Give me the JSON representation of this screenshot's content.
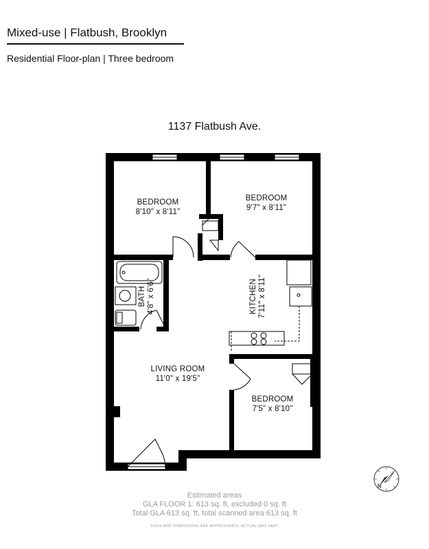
{
  "header": {
    "title": "Mixed-use | Flatbush, Brooklyn",
    "subtitle": "Residential Floor-plan | Three bedroom"
  },
  "address": "1137 Flatbush Ave.",
  "rooms": {
    "bedroom_1": {
      "name": "BEDROOM",
      "dims": "8'10\" x 8'11\""
    },
    "bedroom_2": {
      "name": "BEDROOM",
      "dims": "9'7\" x 8'11\""
    },
    "bath": {
      "name": "BATH",
      "dims": "4'8\" x 6'6\""
    },
    "kitchen": {
      "name": "KITCHEN",
      "dims": "7'11\" x 8'11\""
    },
    "living": {
      "name": "LIVING ROOM",
      "dims": "11'0\" x 19'5\""
    },
    "bedroom_3": {
      "name": "BEDROOM",
      "dims": "7'5\" x 8'10\""
    }
  },
  "compass_label": "N",
  "footer": {
    "line1": "Estimated areas",
    "line2": "GLA FLOOR 1: 613 sq. ft, excluded 0 sq. ft",
    "line3": "Total GLA 613 sq. ft, total scanned area 613 sq. ft",
    "disclaimer": "SIZES AND DIMENSIONS ARE APPROXIMATE, ACTUAL MAY VARY"
  }
}
